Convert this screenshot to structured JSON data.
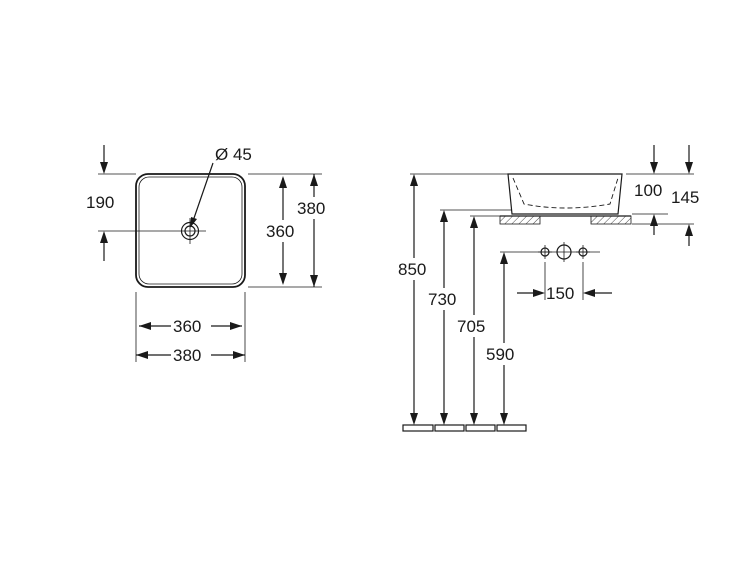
{
  "plan_view": {
    "hole_diameter": "Ø 45",
    "offset_label": "190",
    "inner_height_label": "360",
    "outer_height_label": "380",
    "inner_width_label": "360",
    "outer_width_label": "380"
  },
  "side_view": {
    "bowl_height_label": "100",
    "total_height_label": "145",
    "height_850": "850",
    "height_730": "730",
    "height_705": "705",
    "height_590": "590",
    "tap_spacing_label": "150"
  },
  "colors": {
    "line": "#1a1a1a",
    "background": "#ffffff"
  }
}
